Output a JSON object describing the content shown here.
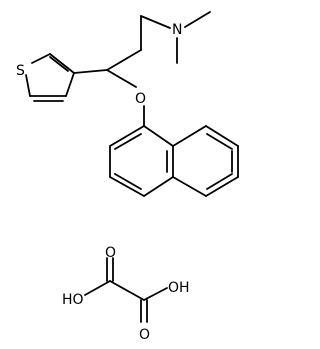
{
  "structure": {
    "atoms": {
      "n_amine": "N",
      "o_ether": "O",
      "s_thiophene": "S",
      "o_acid_left": "HO",
      "o_acid_right": "OH",
      "o_carbonyl_top": "O",
      "o_carbonyl_bottom": "O"
    }
  }
}
